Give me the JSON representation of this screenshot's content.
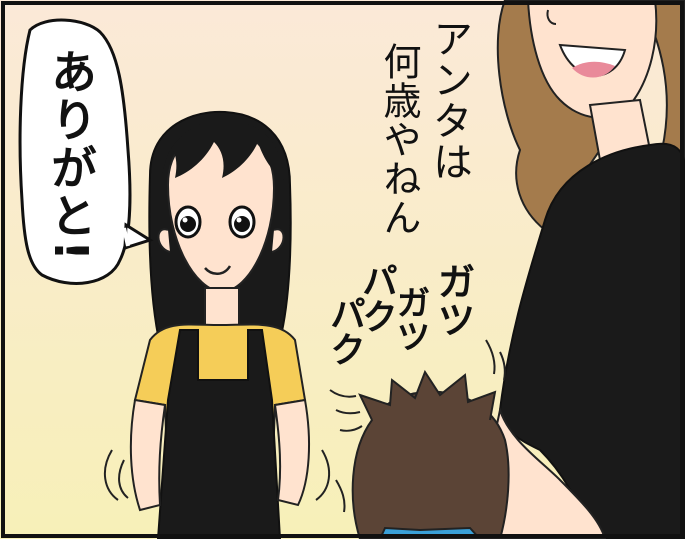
{
  "bubble": {
    "text": "ありがと!"
  },
  "speech": {
    "line1": "アンタは",
    "line2": "何歳やねん"
  },
  "sfx": {
    "col1": "ガツ",
    "col2": "ガツ",
    "col3": "パク",
    "col4": "パク"
  },
  "colors": {
    "background_top": "#fbe9d8",
    "background_bottom": "#f7f0b8",
    "hair_woman": "#a47b4c",
    "clothing_black": "#1a1a1a",
    "shirt_yellow": "#f5cd58",
    "skin": "#ffe3cf",
    "hair_boy": "#5b4436"
  }
}
